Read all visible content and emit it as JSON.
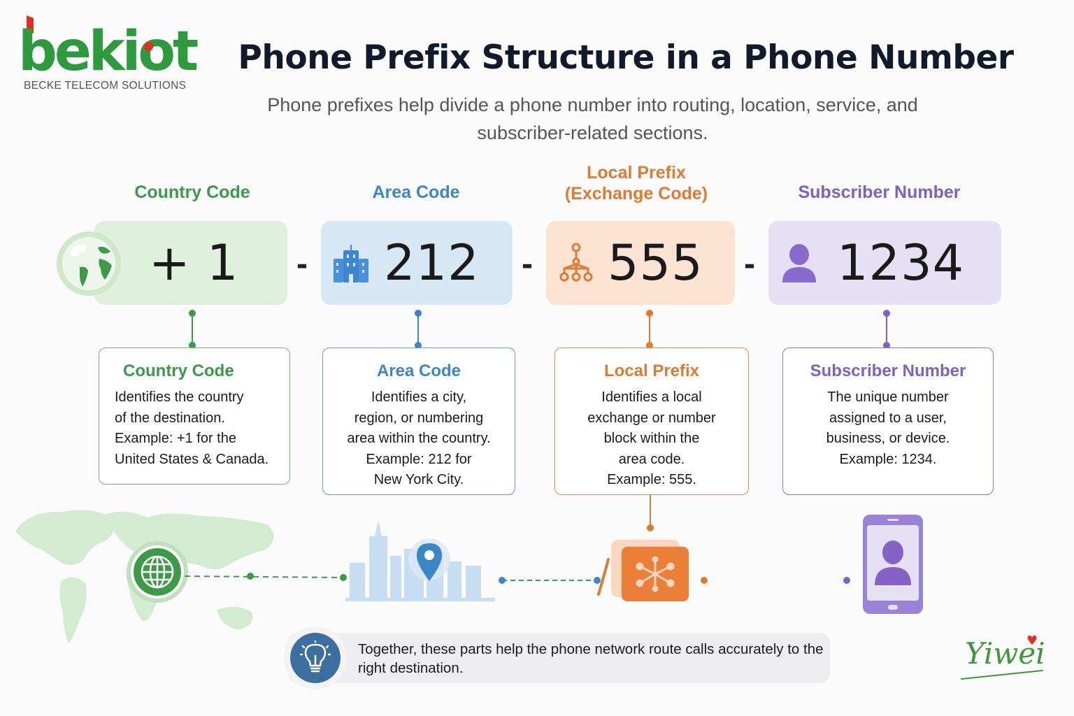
{
  "brand": {
    "logo_text": "bekiot",
    "tagline": "BECKE TELECOM SOLUTIONS",
    "signature": "Yiwei"
  },
  "header": {
    "title": "Phone Prefix Structure in a Phone Number",
    "subtitle": "Phone prefixes help divide a phone number into routing, location, service, and subscriber-related sections."
  },
  "segments": [
    {
      "key": "country",
      "header": "Country Code",
      "value": "+ 1",
      "icon": "globe-icon",
      "color": "#3a9a4a",
      "bg": "#dff0dc",
      "card_title": "Country Code",
      "card_text": "Identifies the country\nof the destination.\nExample: +1 for the\nUnited States & Canada.",
      "illustration": "world-map-globe-icon"
    },
    {
      "key": "area",
      "header": "Area Code",
      "value": "212",
      "icon": "building-icon",
      "color": "#3a86c6",
      "bg": "#d6e7f5",
      "card_title": "Area Code",
      "card_text": "Identifies a city,\nregion, or numbering\narea within the country.\nExample: 212 for\nNew York City.",
      "illustration": "city-skyline-pin-icon"
    },
    {
      "key": "local",
      "header": "Local Prefix\n(Exchange Code)",
      "value": "555",
      "icon": "network-hierarchy-icon",
      "color": "#e07a30",
      "bg": "#fde3d2",
      "card_title": "Local Prefix",
      "card_text": "Identifies a local\nexchange or number\nblock within the\narea code.\nExample: 555.",
      "illustration": "exchange-hub-icon"
    },
    {
      "key": "subscriber",
      "header": "Subscriber Number",
      "value": "1234",
      "icon": "user-icon",
      "color": "#7b62c2",
      "bg": "#e6e0f4",
      "card_title": "Subscriber Number",
      "card_text": "The unique number\nassigned to a user,\nbusiness, or device.\nExample: 1234.",
      "illustration": "smartphone-user-icon"
    }
  ],
  "separator": "-",
  "note": {
    "icon": "lightbulb-icon",
    "text": "Together, these parts help the phone network route calls accurately to the right destination."
  }
}
